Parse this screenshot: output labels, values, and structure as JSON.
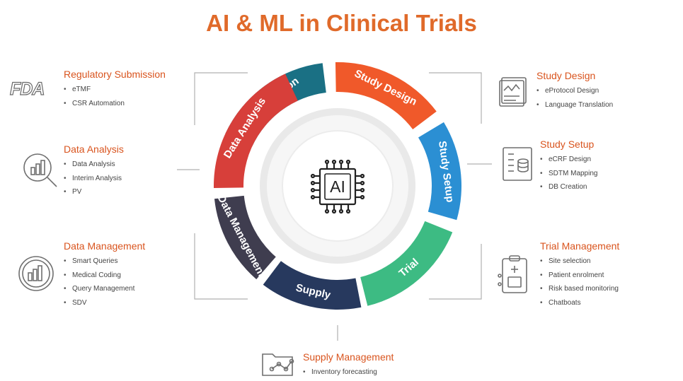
{
  "title": "AI & ML in Clinical Trials",
  "center": {
    "label": "AI"
  },
  "wheel": {
    "segments": [
      {
        "label": "Submission",
        "color": "#1a7084"
      },
      {
        "label": "Study Design",
        "color": "#f0592a"
      },
      {
        "label": "Study Setup",
        "color": "#2b8fd3"
      },
      {
        "label": "Trial",
        "color": "#3dbb83"
      },
      {
        "label": "Supply",
        "color": "#27395e"
      },
      {
        "label": "Data Management",
        "color": "#3f3d4f"
      },
      {
        "label": "Data Analysis",
        "color": "#d73f3a"
      }
    ]
  },
  "left": {
    "regulatory": {
      "heading": "Regulatory Submission",
      "items": [
        "eTMF",
        "CSR Automation"
      ],
      "icon": "fda-logo-icon",
      "icon_text": "FDA"
    },
    "analysis": {
      "heading": "Data Analysis",
      "items": [
        "Data Analysis",
        "Interim Analysis",
        "PV"
      ],
      "icon": "magnifier-chart-icon"
    },
    "management": {
      "heading": "Data Management",
      "items": [
        "Smart Queries",
        "Medical Coding",
        "Query Management",
        "SDV"
      ],
      "icon": "chart-circle-icon"
    }
  },
  "right": {
    "design": {
      "heading": "Study Design",
      "items": [
        "eProtocol Design",
        "Language Translation"
      ],
      "icon": "protocol-document-icon"
    },
    "setup": {
      "heading": "Study Setup",
      "items": [
        "eCRF Design",
        "SDTM Mapping",
        "DB Creation"
      ],
      "icon": "database-form-icon"
    },
    "trial": {
      "heading": "Trial Management",
      "items": [
        "Site selection",
        "Patient enrolment",
        "Risk based monitoring",
        "Chatboats"
      ],
      "icon": "clipboard-medical-icon"
    }
  },
  "bottom": {
    "supply": {
      "heading": "Supply Management",
      "items": [
        "Inventory forecasting"
      ],
      "icon": "folder-network-icon"
    }
  }
}
